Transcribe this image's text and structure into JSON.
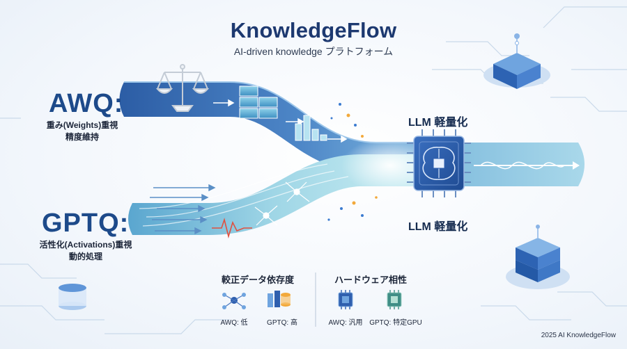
{
  "header": {
    "title": "KnowledgeFlow",
    "subtitle": "AI-driven knowledge プラトフォーム"
  },
  "awq": {
    "name": "AWQ:",
    "note_line1": "重み(Weights)重視",
    "note_line2": "精度維持"
  },
  "gptq": {
    "name": "GPTQ:",
    "note_line1": "活性化(Activations)重視",
    "note_line2": "動的処理"
  },
  "llm": {
    "label_top": "LLM 軽量化",
    "label_bottom": "LLM 軽量化"
  },
  "comparison": {
    "calibration": {
      "title": "較正データ依存度",
      "awq_value": "AWQ: 低",
      "gptq_value": "GPTQ: 高"
    },
    "hardware": {
      "title": "ハードウェア相性",
      "awq_value": "AWQ: 汎用",
      "gptq_value": "GPTQ: 特定GPU"
    }
  },
  "footer": {
    "copyright": "2025 AI KnowledgeFlow"
  },
  "colors": {
    "navy": "#1d3970",
    "awq_band": "#3f74b8",
    "gptq_band": "#8fcbe0",
    "accent_orange": "#f2a93b",
    "chip": "#2f5fae"
  }
}
